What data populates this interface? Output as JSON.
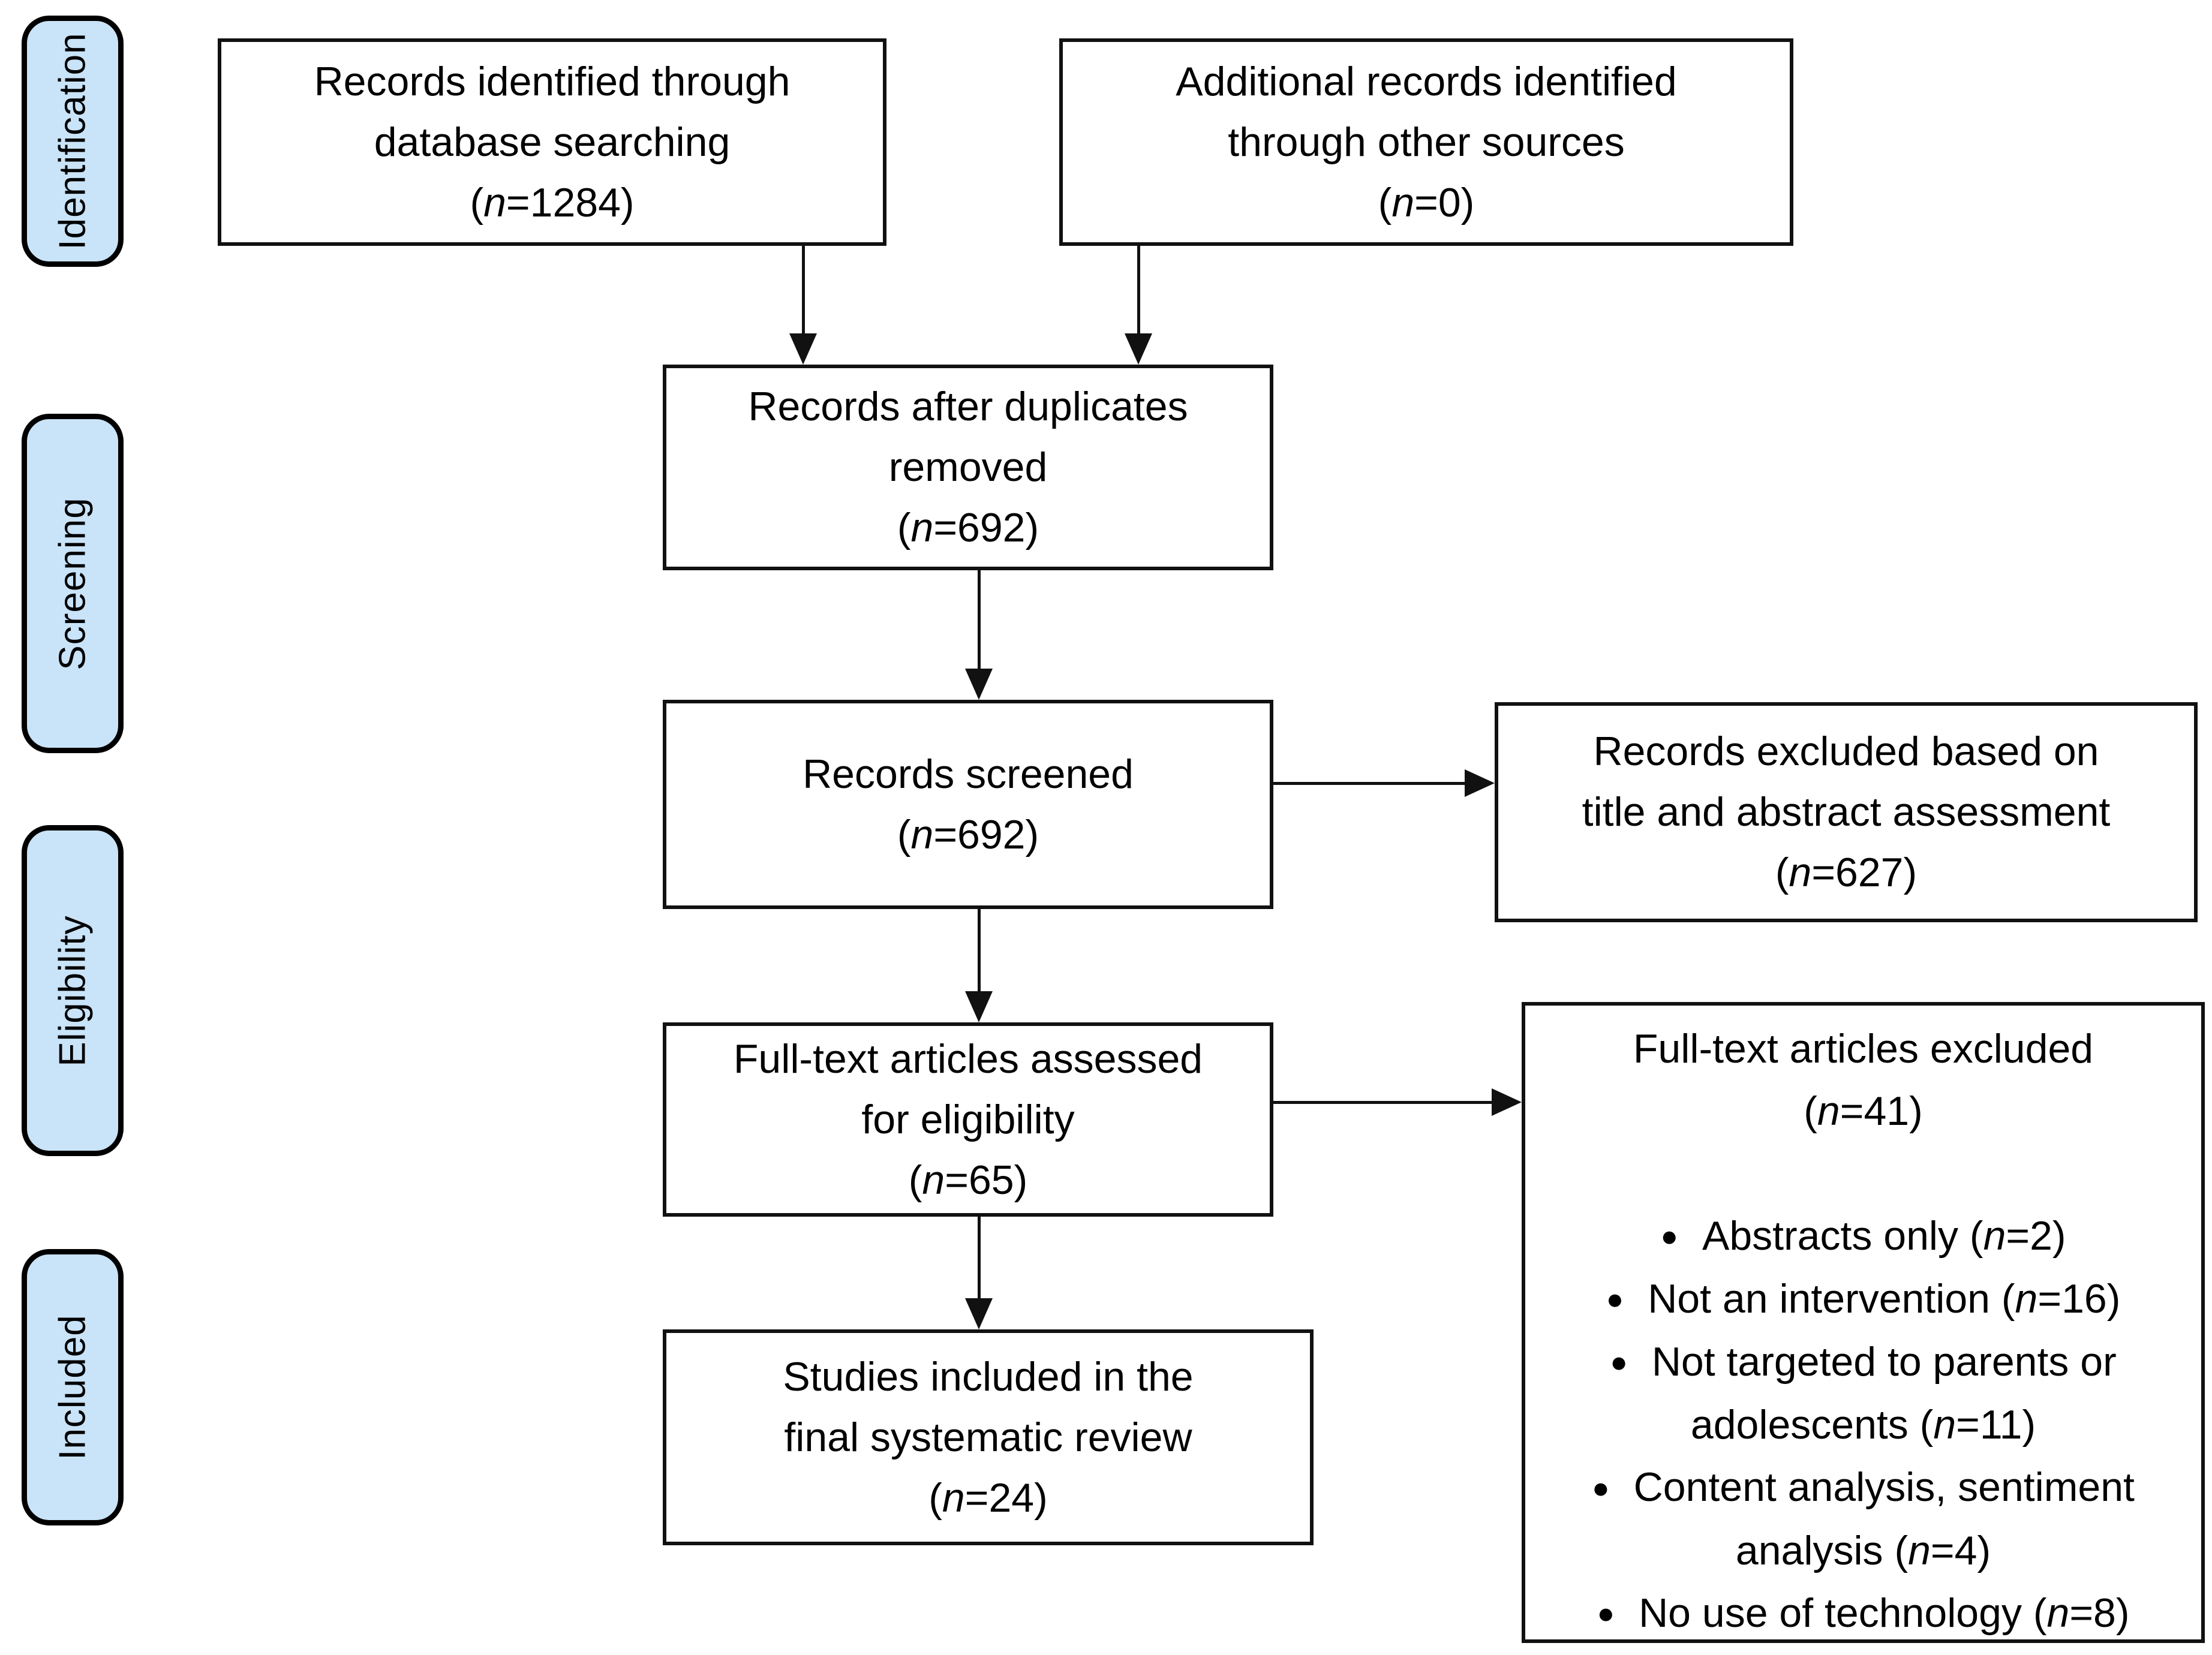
{
  "figure": {
    "type": "prisma-flow-diagram",
    "colors": {
      "stage_fill": "#c9e3f8",
      "border": "#111111",
      "background": "#ffffff",
      "text": "#000000"
    },
    "stages": [
      {
        "label": "Identification"
      },
      {
        "label": "Screening"
      },
      {
        "label": "Eligibility"
      },
      {
        "label": "Included"
      }
    ],
    "boxes": {
      "identified": {
        "lines": [
          "Records identified through",
          "database searching",
          "(n=1284)"
        ]
      },
      "additional": {
        "lines": [
          "Additional records identified",
          "through other sources",
          "(n=0)"
        ]
      },
      "after_duplicates": {
        "lines": [
          "Records after duplicates",
          "removed",
          "(n=692)"
        ]
      },
      "screened": {
        "lines": [
          "Records screened",
          "(n=692)"
        ]
      },
      "excluded_title_abstract": {
        "lines": [
          "Records excluded based on",
          "title and abstract assessment",
          "(n=627)"
        ]
      },
      "fulltext_assessed": {
        "lines": [
          "Full-text articles assessed",
          "for eligibility",
          "(n=65)"
        ]
      },
      "fulltext_excluded": {
        "title_lines": [
          "Full-text articles excluded",
          "(n=41)"
        ],
        "bullets": [
          [
            "Abstracts only (n=2)"
          ],
          [
            "Not an intervention (n=16)"
          ],
          [
            "Not targeted to parents or",
            "adolescents (n=11)"
          ],
          [
            "Content analysis, sentiment",
            "analysis (n=4)"
          ],
          [
            "No use of technology (n=8)"
          ]
        ]
      },
      "included_final": {
        "lines": [
          "Studies included in the",
          "final systematic review",
          "(n=24)"
        ]
      }
    }
  }
}
